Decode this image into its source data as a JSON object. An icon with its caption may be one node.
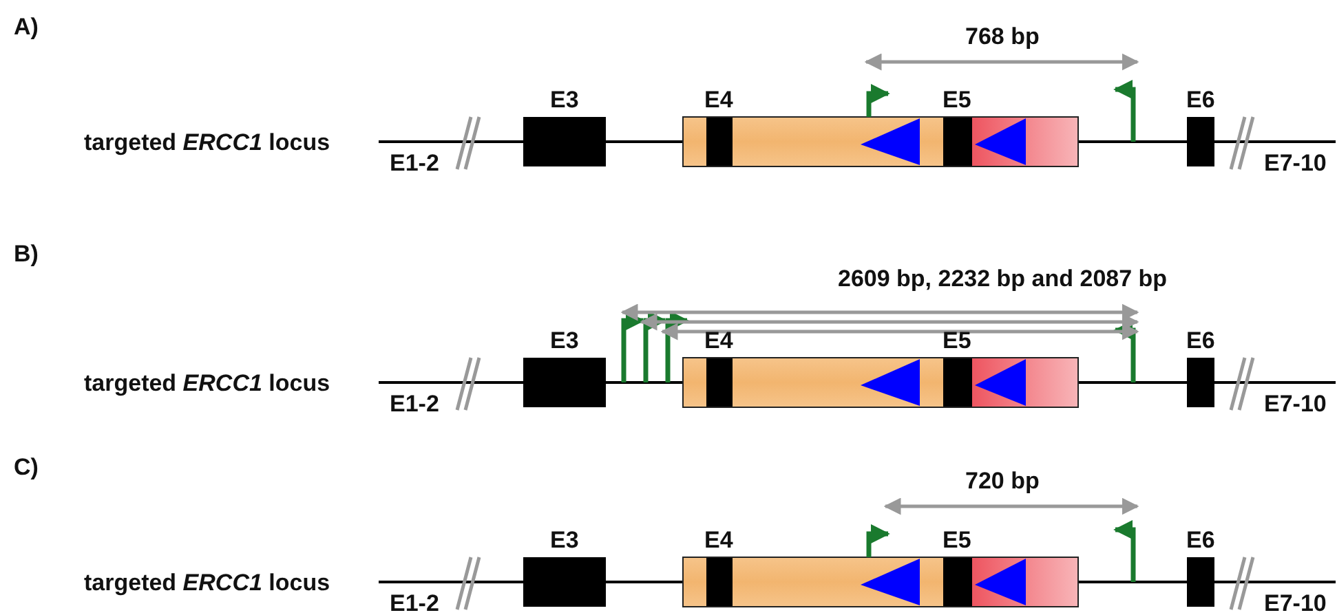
{
  "diagram": {
    "labels": [
      "A)",
      "768 bp",
      "E3",
      "E4",
      "E5",
      "E6",
      "targeted *ERCC1* locus",
      "E1-2",
      "E7-10",
      "B)",
      "2609 bp, 2232 bp and 2087 bp",
      "E3",
      "E4",
      "E5",
      "E6",
      "targeted *ERCC1* locus",
      "E1-2",
      "E7-10",
      "C)",
      "720 bp",
      "E3",
      "E4",
      "E5",
      "E6",
      "targeted *ERCC1* locus",
      "E1-2",
      "E7-10"
    ]
  }
}
